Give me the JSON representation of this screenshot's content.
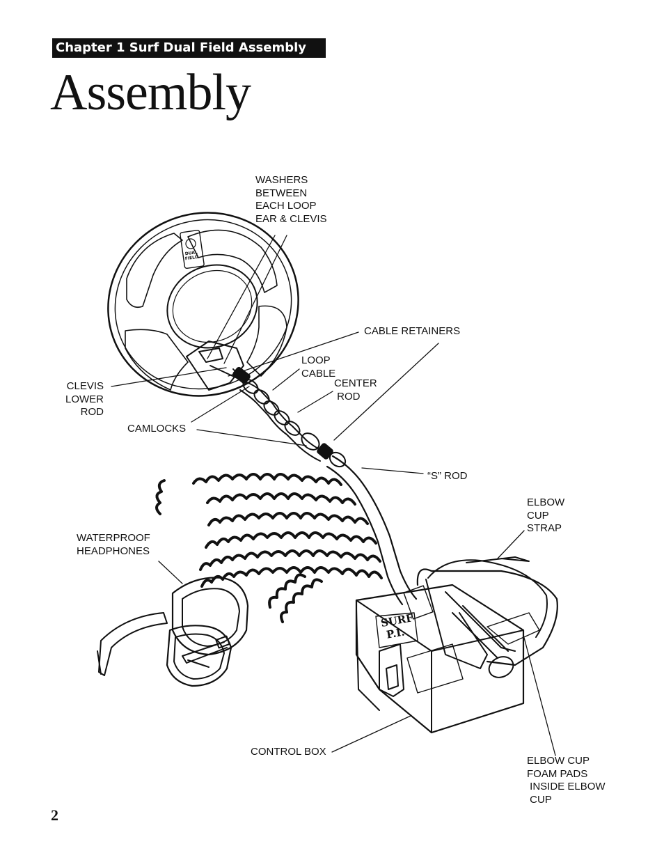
{
  "header": {
    "chapter": "Chapter 1 Surf Dual Field Assembly",
    "title": "Assembly"
  },
  "figure": {
    "callouts": {
      "washers": "WASHERS\nBETWEEN\nEACH LOOP\nEAR & CLEVIS",
      "cable_retainers": "CABLE RETAINERS",
      "loop_cable": "LOOP\nCABLE",
      "center_rod": "CENTER\n ROD",
      "clevis_lower_rod": "CLEVIS\nLOWER\nROD",
      "camlocks": "CAMLOCKS",
      "s_rod": "“S” ROD",
      "elbow_cup_strap": "ELBOW\nCUP\nSTRAP",
      "waterproof_headphones": "WATERPROOF\nHEADPHONES",
      "control_box": "CONTROL BOX",
      "elbow_cup_foam_pads": "ELBOW CUP\nFOAM PADS\n INSIDE ELBOW\n CUP"
    },
    "product_labels": {
      "coil_logo_line1": "DUAL",
      "coil_logo_line2": "FIELD",
      "box_logo_line1": "SURF",
      "box_logo_line2": "P.I."
    }
  },
  "footer": {
    "page_number": "2"
  }
}
